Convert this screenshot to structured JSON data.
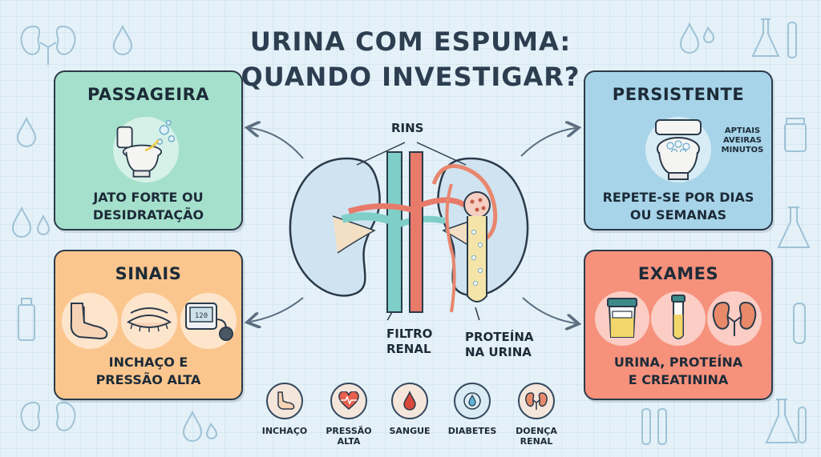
{
  "title": {
    "line1": "URINA COM ESPUMA:",
    "line2": "QUANDO INVESTIGAR?"
  },
  "cards": {
    "passageira": {
      "title": "PASSAGEIRA",
      "text": "JATO FORTE OU\nDESIDRATAÇÃO",
      "icon": "toilet-with-bubbles-icon",
      "color": "#a5e0cc"
    },
    "persistente": {
      "title": "PERSISTENTE",
      "text": "REPETE-SE POR DIAS\nOU SEMANAS",
      "icon": "foamy-toilet-icon",
      "side_note": "APTIAIS\nAVEIRAS\nMINUTOS",
      "color": "#a7d4e8"
    },
    "sinais": {
      "title": "SINAIS",
      "text": "INCHAÇO E\nPRESSÃO ALTA",
      "icons": [
        "swollen-feet-icon",
        "puffy-eye-icon",
        "blood-pressure-monitor-icon"
      ],
      "color": "#fbc68e"
    },
    "exames": {
      "title": "EXAMES",
      "text": "URINA, PROTEÍNA\nE CREATININA",
      "icons": [
        "urine-sample-cup-icon",
        "test-tube-icon",
        "kidneys-icon"
      ],
      "color": "#f6917c"
    }
  },
  "kidney": {
    "label_top": "RINS",
    "label_filter": "FILTRO\nRENAL",
    "label_protein": "PROTEÍNA\nNA URINA"
  },
  "risk_factors": [
    {
      "label": "INCHAÇO",
      "icon": "swollen-foot-icon"
    },
    {
      "label": "PRESSÃO\nALTA",
      "icon": "heart-pulse-icon"
    },
    {
      "label": "SANGUE",
      "icon": "blood-drop-icon"
    },
    {
      "label": "DIABETES",
      "icon": "diabetes-drop-icon"
    },
    {
      "label": "DOENÇA\nRENAL",
      "icon": "kidney-disease-icon"
    }
  ]
}
